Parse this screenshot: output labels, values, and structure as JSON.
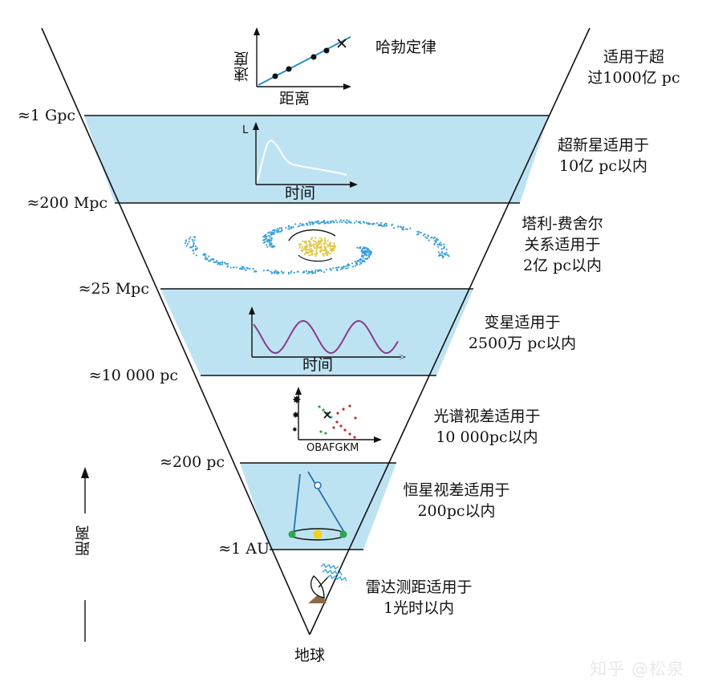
{
  "boundaries": [
    {
      "label": "≈1 Gpc"
    },
    {
      "label": "≈200 Mpc"
    },
    {
      "label": "≈25 Mpc"
    },
    {
      "label": "≈10 000 pc"
    },
    {
      "label": "≈200 pc"
    },
    {
      "label": "≈1 AU"
    }
  ],
  "methods": [
    {
      "title": "哈勃定律",
      "range_lines": [
        "适用于超",
        "过1000亿 pc"
      ]
    },
    {
      "range_lines": [
        "超新星适用于",
        "10亿 pc以内"
      ]
    },
    {
      "range_lines": [
        "塔利-费舍尔",
        "关系适用于",
        "2亿 pc以内"
      ]
    },
    {
      "range_lines": [
        "变星适用于",
        "2500万 pc以内"
      ]
    },
    {
      "range_lines": [
        "光谱视差适用于",
        "10 000pc以内"
      ]
    },
    {
      "range_lines": [
        "恒星视差适用于",
        "200pc以内"
      ]
    },
    {
      "range_lines": [
        "雷达测距适用于",
        "1光时以内"
      ]
    }
  ],
  "hubble_plot": {
    "xlabel": "距离",
    "ylabel": "速度"
  },
  "supernova_plot": {
    "xlabel": "时间",
    "ylabel": "L"
  },
  "variable_plot": {
    "xlabel": "时间"
  },
  "hr_plot": {
    "xlabel": "OBAFGKM"
  },
  "bottom_label": "地球",
  "axis_label": "距离",
  "watermark": "知乎 @松泉",
  "colors": {
    "band_fill": "#bde3f3",
    "outline": "#111111",
    "hubble_line": "#2a8fc7",
    "variable_curve": "#8a3a8a",
    "galaxy": "#3ba0d8",
    "galaxy_core": "#e0c640",
    "parallax_line": "#2a6fb0",
    "parallax_star": "#2aa84a",
    "sun": "#f2d21c",
    "radar_waves": "#3aa7de",
    "radar_base": "#8a6a4a"
  }
}
